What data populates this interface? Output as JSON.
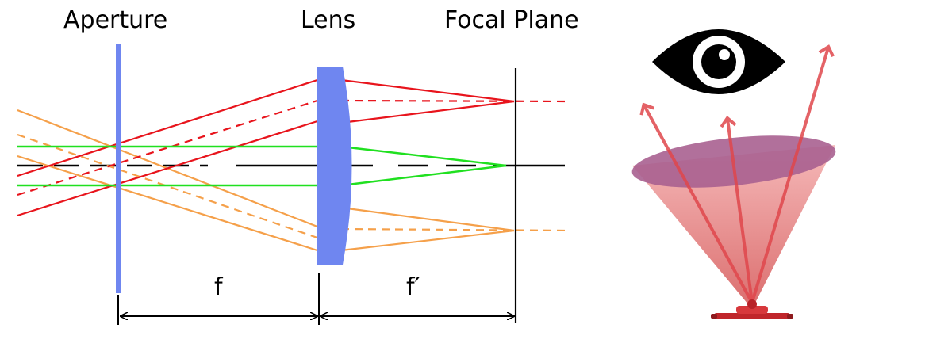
{
  "labels": {
    "aperture": "Aperture",
    "lens": "Lens",
    "focal_plane": "Focal Plane",
    "f": "f",
    "f_prime": "f′"
  },
  "colors": {
    "aperture": "#6f86f0",
    "lens": "#6f86f0",
    "ray_red": "#e8141c",
    "ray_green": "#20e020",
    "ray_orange": "#f5a04a",
    "axis": "#000000",
    "cone_fill": "#e87d7d",
    "cone_top": "#a86090",
    "arrow": "#e0474c",
    "eye": "#000000"
  },
  "icons": {
    "eye": "eye-icon",
    "light_source": "light-source-icon"
  }
}
